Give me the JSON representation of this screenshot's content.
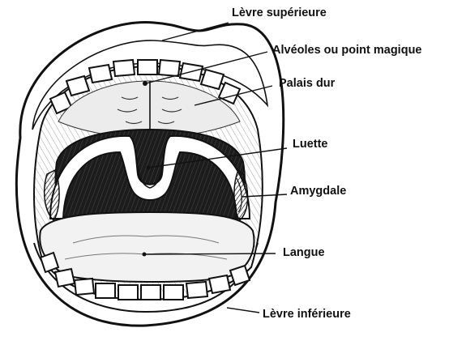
{
  "labels": {
    "upper_lip": "Lèvre supérieure",
    "alveoli": "Alvéoles ou point magique",
    "hard_palate": "Palais dur",
    "uvula": "Luette",
    "tonsil": "Amygdale",
    "tongue": "Langue",
    "lower_lip": "Lèvre inférieure"
  },
  "colors": {
    "ink": "#111111",
    "paper": "#ffffff",
    "throat": "#2a2a2a",
    "palate_shade": "#dcdcdc",
    "tongue_shade": "#efefef"
  }
}
